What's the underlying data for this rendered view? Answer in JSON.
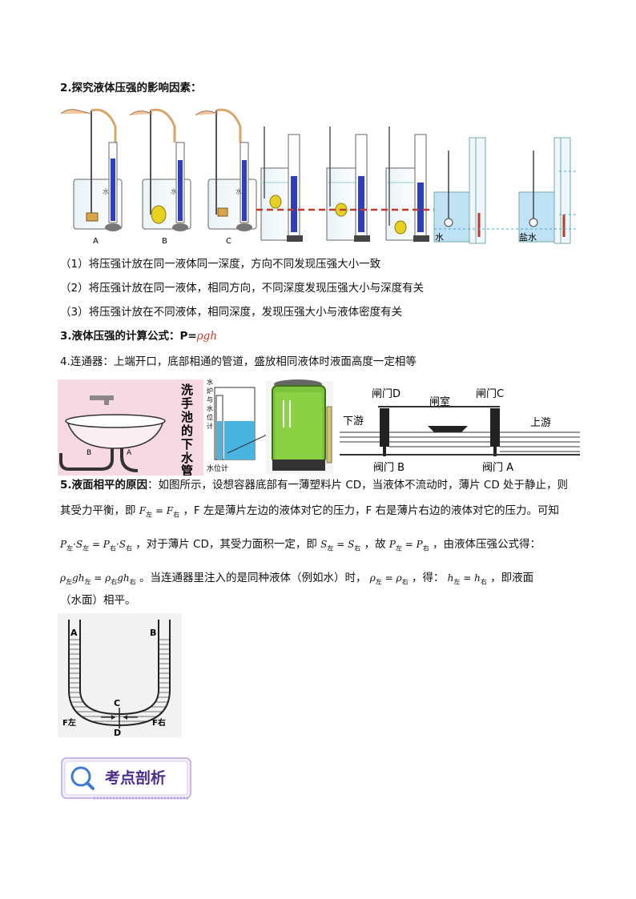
{
  "heading2": {
    "num": "2.",
    "title": "探究液体压强的影响因素："
  },
  "exp_labels": [
    "A",
    "B",
    "C"
  ],
  "exp_fluid": "水",
  "liquid_labels": {
    "water": "水",
    "salt": "盐水"
  },
  "observations": [
    "（1）将压强计放在同一液体同一深度，方向不同发现压强大小一致",
    "（2）将压强计放在同一液体，相同方向，不同深度发现压强大小与深度有关",
    "（3）将压强计放在不同液体，相同深度，发现压强大小与液体密度有关"
  ],
  "heading3": {
    "prefix": "3.液体压强的计算公式：P=",
    "formula": "ρgh"
  },
  "heading4": {
    "label": "4.连通器：",
    "text": "上端开口，底部相通的管道，盛放相同液体时液面高度一定相等"
  },
  "sink": {
    "title_chars": [
      "洗",
      "手",
      "池",
      "的",
      "下",
      "水",
      "管"
    ],
    "label_b": "B",
    "label_a": "A"
  },
  "boiler": {
    "top_chars": [
      "水",
      "炉",
      "与",
      "水",
      "位",
      "计"
    ],
    "bottom": "水位计"
  },
  "lock": {
    "gate_d": "闸门D",
    "chamber": "闸室",
    "gate_c": "闸门C",
    "downstream": "下游",
    "upstream": "上游",
    "valve_b": "阀门 B",
    "valve_a": "阀门 A"
  },
  "para5": {
    "l1_bold": "5.液面相平的原因",
    "l1": "：如图所示，设想容器底部有一薄塑料片 CD，当液体不流动时，薄片 CD 处于静止，则",
    "l2a": "其受力平衡，即",
    "l2b": "，F 左是薄片左边的液体对它的压力，F 右是薄片右边的液体对它的压力。可知",
    "l3a": "，对于薄片 CD，其受力面积一定，即",
    "l3b": "，故",
    "l3c": "，由液体压强公式得：",
    "l4a": "。当连通器里注入的是同种液体（例如水）时，",
    "l4b": "，得：",
    "l4c": "，即液面",
    "l5": "（水面）相平。"
  },
  "utube": {
    "a": "A",
    "b": "B",
    "c": "C",
    "d": "D",
    "fl": "F左",
    "fr": "F右"
  },
  "badge": {
    "text": "考点剖析"
  }
}
